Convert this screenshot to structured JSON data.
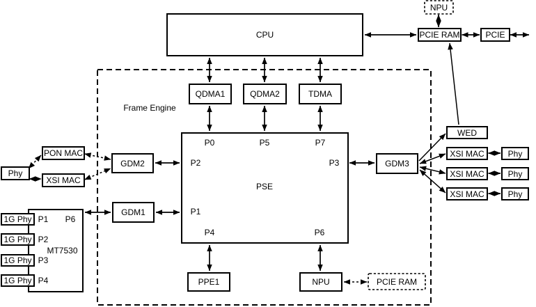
{
  "diagram_type": "block-diagram",
  "colors": {
    "stroke": "#000000",
    "background": "#ffffff",
    "text": "#000000"
  },
  "blocks": {
    "cpu": "CPU",
    "npu_host": "NPU",
    "pcie_ram_host": "PCIE RAM",
    "pcie": "PCIE",
    "frame_engine": "Frame Engine",
    "qdma1": "QDMA1",
    "qdma2": "QDMA2",
    "tdma": "TDMA",
    "pse": "PSE",
    "gdm1": "GDM1",
    "gdm2": "GDM2",
    "gdm3": "GDM3",
    "ppe1": "PPE1",
    "npu": "NPU",
    "pcie_ram_npu": "PCIE RAM",
    "wed": "WED",
    "pon_mac": "PON MAC",
    "xsi_mac_wan": "XSI MAC",
    "phy_wan": "Phy",
    "mt7530": "MT7530",
    "gphy": [
      "1G Phy",
      "1G Phy",
      "1G Phy",
      "1G Phy"
    ],
    "xsi_mac_right": [
      "XSI MAC",
      "XSI MAC",
      "XSI MAC"
    ],
    "phy_right": [
      "Phy",
      "Phy",
      "Phy"
    ]
  },
  "ports": {
    "pse": {
      "p0": "P0",
      "p5": "P5",
      "p7": "P7",
      "p2": "P2",
      "p3": "P3",
      "p1": "P1",
      "p4": "P4",
      "p6": "P6"
    },
    "mt7530": {
      "p1": "P1",
      "p2": "P2",
      "p3": "P3",
      "p4": "P4",
      "p6": "P6"
    }
  }
}
